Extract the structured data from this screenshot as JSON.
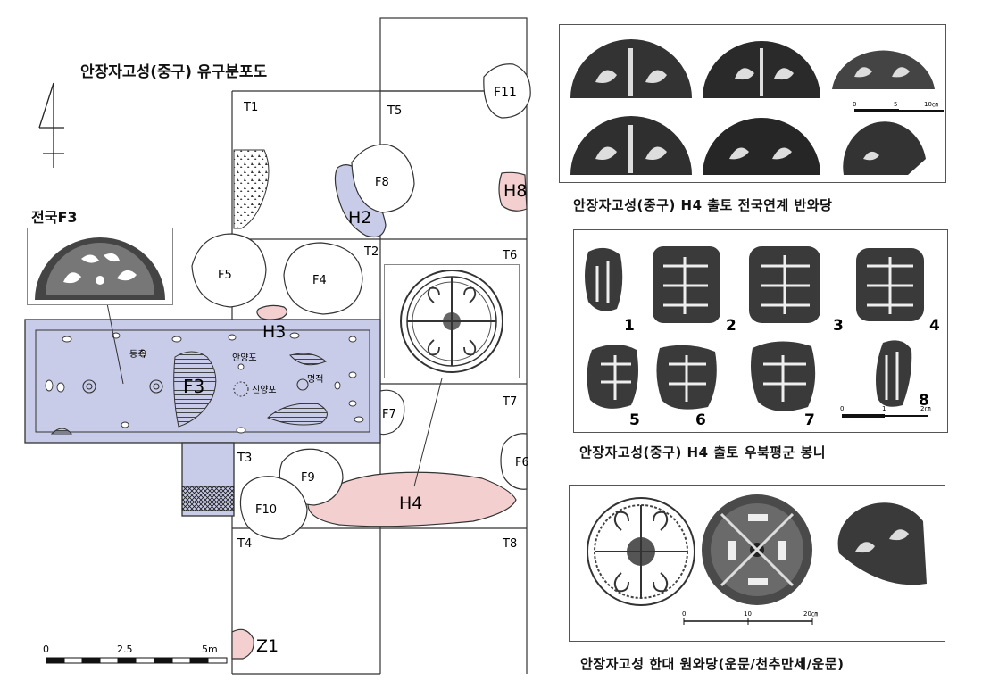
{
  "map": {
    "title": "안장자고성(중구) 유구분포도",
    "inset_label": "전국F3",
    "grids": [
      "T1",
      "T2",
      "T3",
      "T4",
      "T5",
      "T6",
      "T7",
      "T8"
    ],
    "features": {
      "F3": "F3",
      "F4": "F4",
      "F5": "F5",
      "F6": "F6",
      "F7": "F7",
      "F8": "F8",
      "F9": "F9",
      "F10": "F10",
      "F11": "F11",
      "H2": "H2",
      "H3": "H3",
      "H4": "H4",
      "H8": "H8",
      "Z1": "Z1"
    },
    "f3_notes": {
      "dongcheuk": "동측",
      "anyangpo": "안양포",
      "jinyangpo": "진양포",
      "myeongjeok": "명적"
    },
    "scale": {
      "ticks": [
        "0",
        "2.5",
        "5m"
      ]
    },
    "colors": {
      "blue": "#c8cce9",
      "pink": "#f3cfcf"
    }
  },
  "panels": {
    "tiles": {
      "caption": "안장자고성(중구) H4 출토 전국연계 반와당",
      "scale_ticks": [
        "0",
        "5",
        "10㎝"
      ]
    },
    "seals": {
      "caption": "안장자고성(중구) H4 출토 우북평군 봉니",
      "numbers": [
        "1",
        "2",
        "3",
        "4",
        "5",
        "6",
        "7",
        "8"
      ],
      "scale_ticks": [
        "0",
        "1",
        "2㎝"
      ]
    },
    "roof": {
      "caption": "안장자고성 한대 원와당(운문/천추만세/운문)",
      "scale_ticks": [
        "0",
        "10",
        "20㎝"
      ]
    }
  }
}
